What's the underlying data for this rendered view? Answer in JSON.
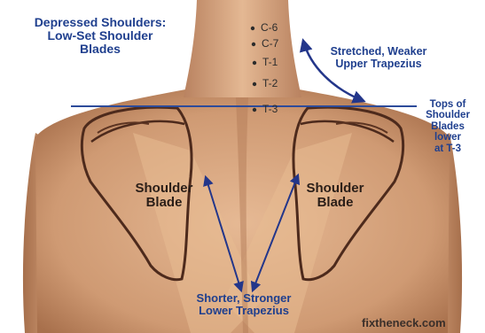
{
  "title_label": "Depressed Shoulders:\nLow-Set Shoulder\nBlades",
  "trapezius_upper_label": "Stretched, Weaker\nUpper Trapezius",
  "shoulder_tops_label": "Tops of\nShoulder\nBlades\nlower\nat T-3",
  "left_blade_label": "Shoulder\nBlade",
  "right_blade_label": "Shoulder\nBlade",
  "trapezius_lower_label": "Shorter, Stronger\nLower Trapezius",
  "vertebrae": [
    "C-6",
    "C-7",
    "T-1",
    "T-2",
    "T-3"
  ],
  "watermark": "fixtheneck.com",
  "colors": {
    "annotation_text": "#1f3f8e",
    "reference_line": "#2d4b9a",
    "arrow": "#23368a",
    "skin_light": "#e3b590",
    "skin_dark": "#b07a55",
    "blade_outline": "#4d2a1c",
    "background": "#ffffff"
  }
}
